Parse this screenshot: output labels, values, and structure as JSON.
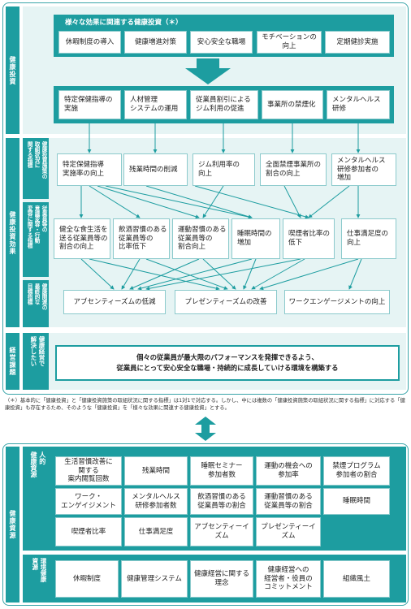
{
  "top": {
    "kenko_toshi": "健康投資",
    "kouka": "健康投資効果",
    "kadai": "経営課題",
    "invest_header": "様々な効果に関連する健康投資（＊）",
    "invest_items": [
      "休暇制度の導入",
      "健康増進対策",
      "安心安全な職場",
      "モチベーションの\n向上",
      "定期健診実施"
    ],
    "measures": [
      "特定保健指導の\n実施",
      "人材管理\nシステムの運用",
      "従業員割引による\nジム利用の促進",
      "事業所の禁煙化",
      "メンタルヘルス\n研修"
    ],
    "sub_label_1": "健康投資施策の\n取組状況に\n関する指標",
    "sub_label_2": "従業員等の\n意識変容・行動\n変容に関する指標",
    "sub_label_3": "健康関連の\n最終的な\n目標指標",
    "row1": [
      "特定保健指導\n実施率の向上",
      "残業時間の削減",
      "ジム利用率の\n向上",
      "全面禁煙事業所の\n割合の向上",
      "メンタルヘルス\n研修参加者の\n増加"
    ],
    "row2": [
      "健全な食生活を\n送る従業員等の\n割合の向上",
      "飲酒習慣のある\n従業員等の\n比率低下",
      "運動習慣のある\n従業員等の\n割合向上",
      "睡眠時間の\n増加",
      "喫煙者比率の\n低下",
      "仕事満足度の\n向上"
    ],
    "row3": [
      "アブセンティーズムの低減",
      "プレゼンティーズムの改善",
      "ワークエンゲージメントの向上"
    ],
    "kadai_label": "健康経営で\n解決したい",
    "kadai_text": "個々の従業員が最大限のパフォーマンスを発揮できるよう、\n従業員にとって安心安全な職場・持続的に成長していける環境を構築する"
  },
  "note": "（＊）基本的に「健康投資」と「健康投資施策の取組状況に関する指標」は1対1で対応する。しかし、中には複数の「健康投資施策の取組状況に関する指標」に対応する「健康投資」も存在するため、そのような「健康投資」を「様々な効果に関連する健康投資」とする。",
  "bottom": {
    "kenko_shigen": "健康資源",
    "jinteki": "人的\n健康資源",
    "kankyo": "環境健康\n資源",
    "human_items": [
      "生活習慣改善に\n関する\n案内閲覧回数",
      "残業時間",
      "睡眠セミナー\n参加者数",
      "運動の機会への\n参加率",
      "禁煙プログラム\n参加者の割合",
      "ワーク・\nエンゲイジメント",
      "メンタルヘルス\n研修参加者数",
      "飲酒習慣のある\n従業員等の割合",
      "運動習慣のある\n従業員等の割合",
      "睡眠時間",
      "喫煙者比率",
      "仕事満足度",
      "アブセンティーイズム",
      "プレゼンティーイズム"
    ],
    "env_items": [
      "休暇制度",
      "健康管理システム",
      "健康経営に関する\n理念",
      "健康経営への\n経営者・役員の\nコミットメント",
      "組織風土"
    ]
  },
  "colors": {
    "teal": "#1d9da0",
    "light": "#e6f4f4",
    "border": "#8ccacc"
  }
}
